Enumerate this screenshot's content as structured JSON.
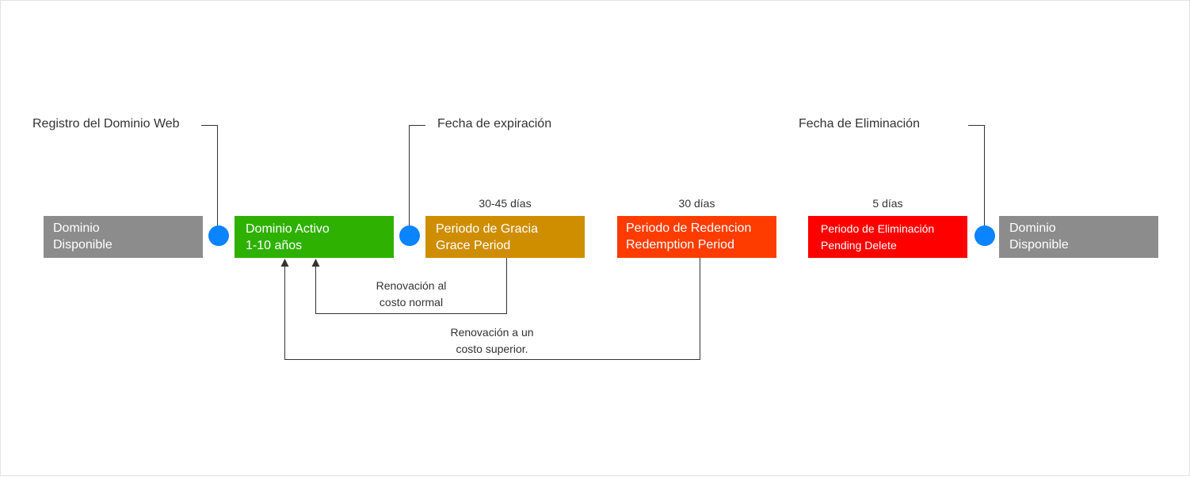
{
  "colors": {
    "available": "#8c8c8c",
    "active": "#2eb100",
    "grace": "#cf8e00",
    "redemption": "#ff3c00",
    "pending_delete": "#ff0000",
    "marker": "#0a84ff",
    "line": "#333333"
  },
  "milestones": {
    "registration": "Registro del Dominio Web",
    "expiration": "Fecha de expiración",
    "deletion": "Fecha de Eliminación"
  },
  "durations": {
    "grace": "30-45 días",
    "redemption": "30 días",
    "pending_delete": "5 días"
  },
  "stages": {
    "available_start": {
      "line1": "Dominio",
      "line2": "Disponible"
    },
    "active": {
      "line1": "Dominio Activo",
      "line2": "1-10 años"
    },
    "grace": {
      "line1": "Periodo de Gracia",
      "line2": "Grace Period"
    },
    "redemption": {
      "line1": "Periodo de Redencion",
      "line2": "Redemption Period"
    },
    "pending_delete": {
      "line1": "Periodo de Eliminación",
      "line2": "Pending Delete"
    },
    "available_end": {
      "line1": "Dominio",
      "line2": "Disponible"
    }
  },
  "renewals": {
    "normal": {
      "line1": "Renovación al",
      "line2": "costo normal"
    },
    "higher": {
      "line1": "Renovación a un",
      "line2": "costo superior."
    }
  }
}
